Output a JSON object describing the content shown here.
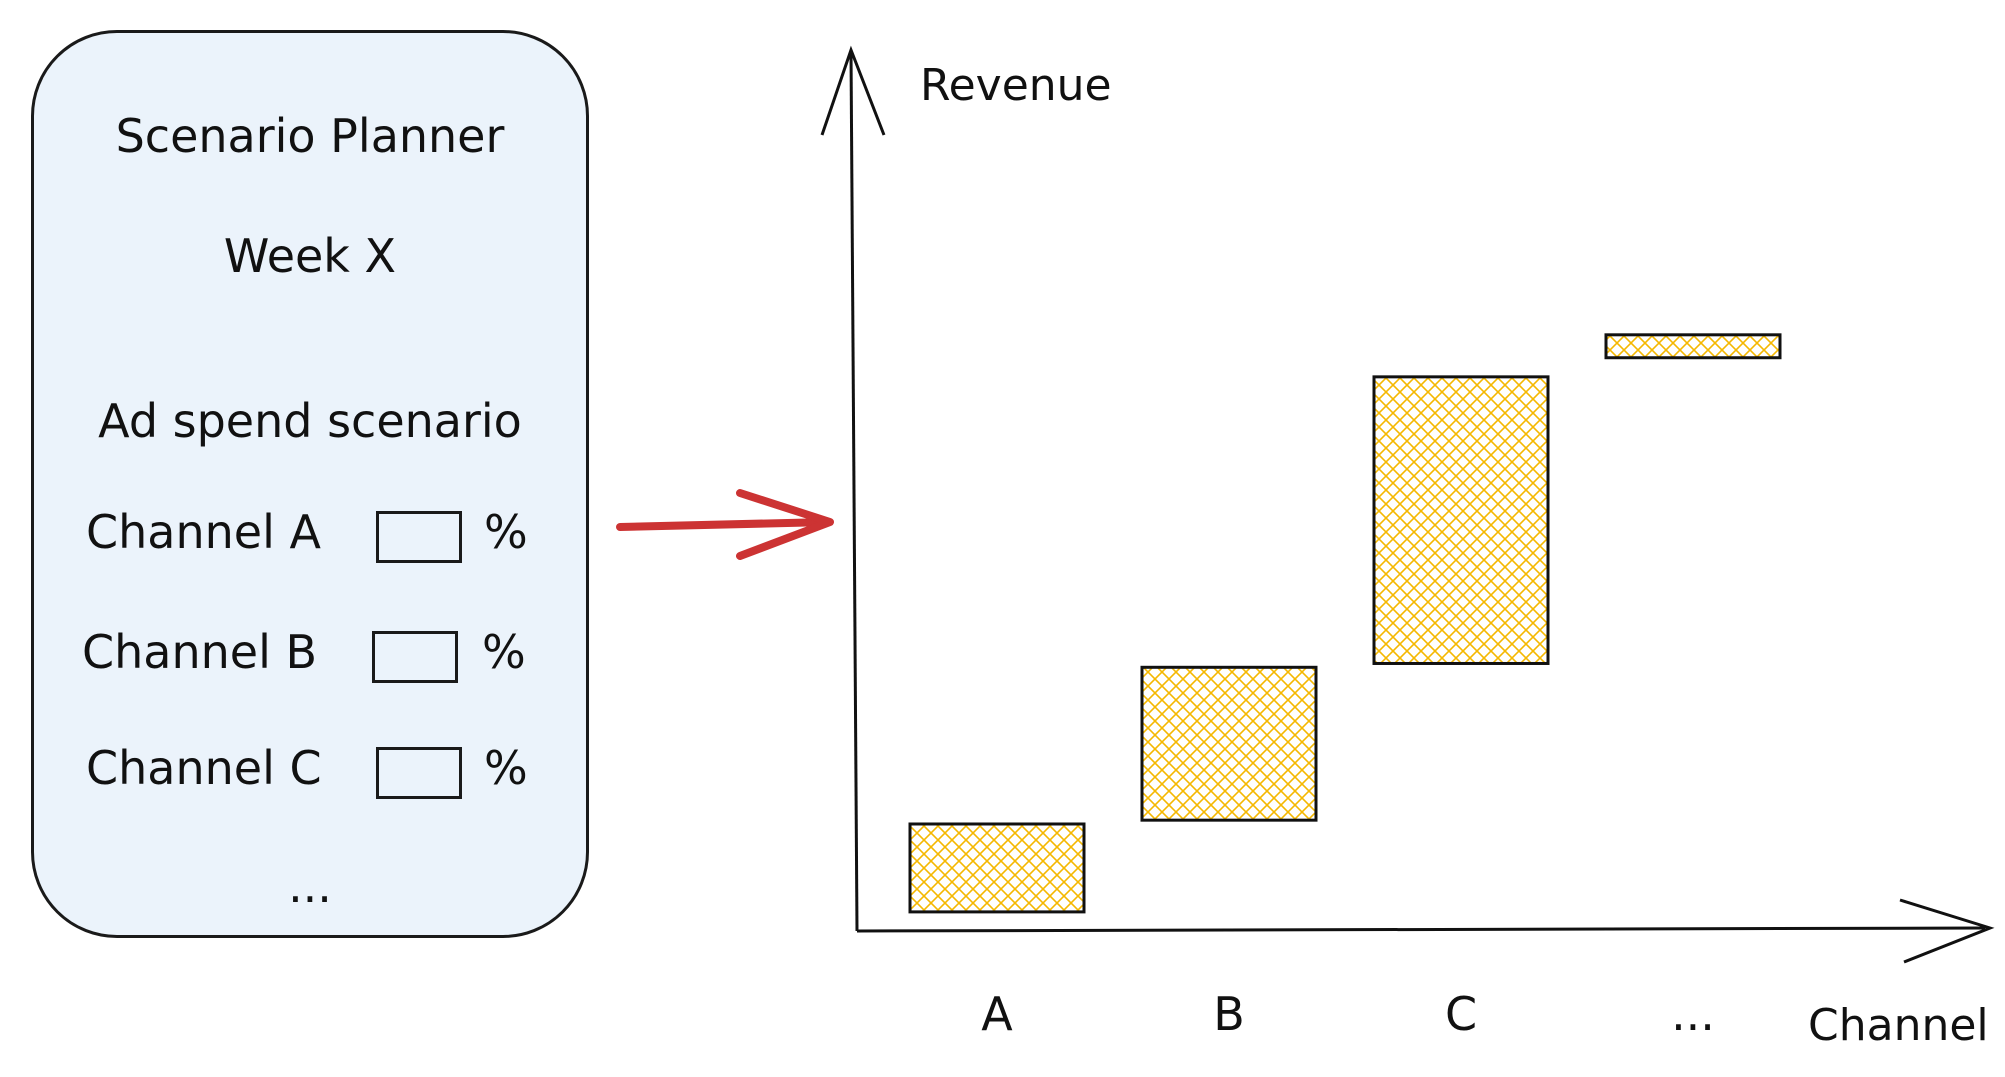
{
  "planner": {
    "title": "Scenario Planner",
    "week": "Week X",
    "section": "Ad spend scenario",
    "channels": [
      {
        "label": "Channel A",
        "value": "",
        "unit": "%"
      },
      {
        "label": "Channel B",
        "value": "",
        "unit": "%"
      },
      {
        "label": "Channel C",
        "value": "",
        "unit": "%"
      }
    ],
    "more": "..."
  },
  "arrow_color": "#cc3333",
  "bar_fill_color": "#f5b800",
  "chart_data": {
    "type": "bar",
    "subtype": "waterfall",
    "ylabel": "Revenue",
    "xlabel": "Channel",
    "categories": [
      "A",
      "B",
      "C",
      "..."
    ],
    "ranges": [
      [
        0.05,
        0.28
      ],
      [
        0.29,
        0.69
      ],
      [
        0.7,
        1.45
      ],
      [
        1.5,
        1.56
      ]
    ],
    "ylim": [
      0,
      2.3
    ],
    "grid": false
  }
}
